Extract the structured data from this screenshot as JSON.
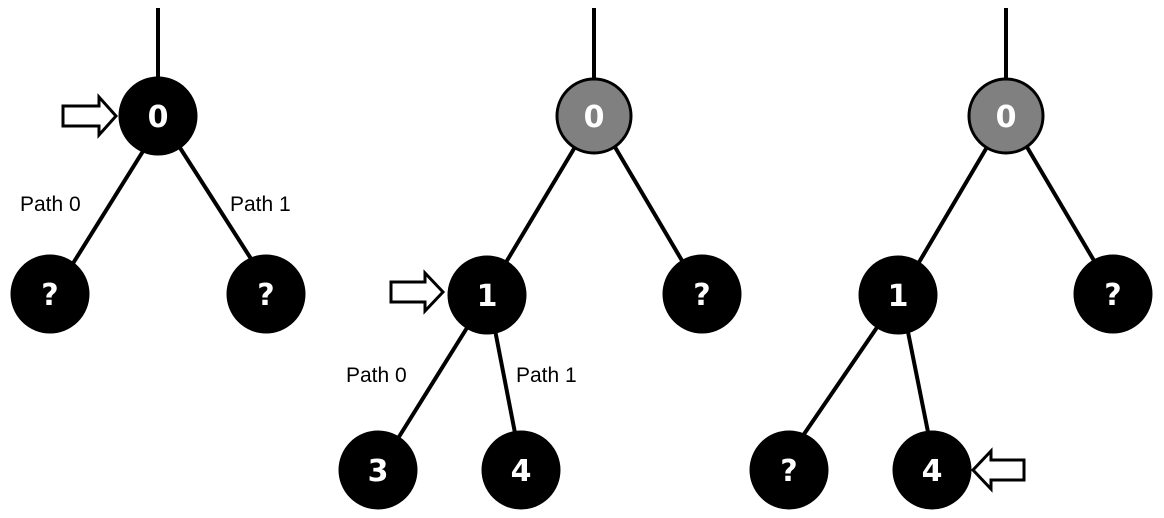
{
  "colors": {
    "node_fill": "#000000",
    "visited_node_fill": "#808080",
    "node_text": "#ffffff",
    "edge": "#000000",
    "background": "#ffffff"
  },
  "panels": [
    {
      "nodes": [
        {
          "label": "0",
          "state": "current"
        },
        {
          "label": "?",
          "state": "unknown"
        },
        {
          "label": "?",
          "state": "unknown"
        }
      ],
      "path_labels": [
        "Path 0",
        "Path 1"
      ]
    },
    {
      "nodes": [
        {
          "label": "0",
          "state": "visited"
        },
        {
          "label": "1",
          "state": "current"
        },
        {
          "label": "?",
          "state": "unknown"
        },
        {
          "label": "3",
          "state": "child"
        },
        {
          "label": "4",
          "state": "child"
        }
      ],
      "path_labels": [
        "Path 0",
        "Path 1"
      ]
    },
    {
      "nodes": [
        {
          "label": "0",
          "state": "visited"
        },
        {
          "label": "1",
          "state": "node"
        },
        {
          "label": "?",
          "state": "unknown"
        },
        {
          "label": "?",
          "state": "unknown"
        },
        {
          "label": "4",
          "state": "current"
        }
      ]
    }
  ]
}
